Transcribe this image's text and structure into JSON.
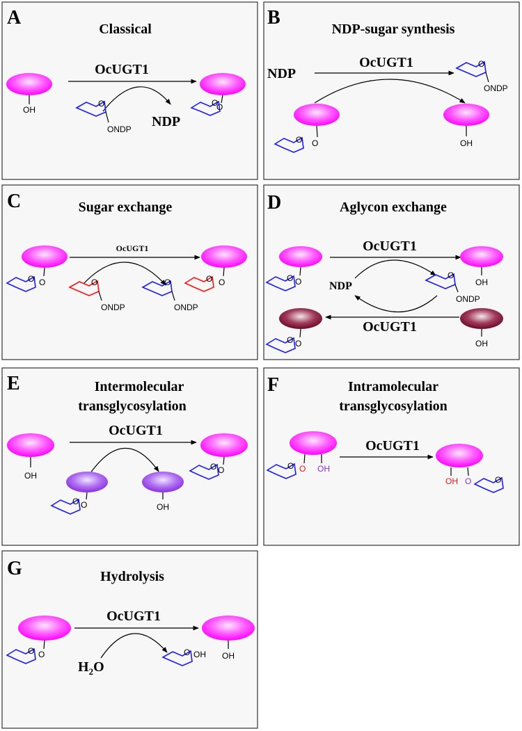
{
  "panels": {
    "A": {
      "letter": "A",
      "title": "Classical",
      "enzyme": "OcUGT1",
      "oh": "OH",
      "ndp": "NDP",
      "ndp_sugar": "O",
      "ondp": "ONDP",
      "glyco_o": "O",
      "link_o": "O"
    },
    "B": {
      "letter": "B",
      "title": "NDP-sugar synthesis",
      "enzyme": "OcUGT1",
      "ndp": "NDP",
      "ring_o": "O",
      "ondp": "ONDP",
      "link_o": "O",
      "oh": "OH",
      "ring_o2": "O"
    },
    "C": {
      "letter": "C",
      "title": "Sugar exchange",
      "enzyme": "OcUGT1",
      "ring_o": "O",
      "link_o": "O",
      "red_o": "O",
      "ondp": "ONDP",
      "blue_o": "O",
      "ondp2": "ONDP",
      "red_o2": "O",
      "link_o2": "O"
    },
    "D": {
      "letter": "D",
      "title": "Aglycon exchange",
      "enzyme_top": "OcUGT1",
      "enzyme_bottom": "OcUGT1",
      "ndp": "NDP",
      "ondp": "ONDP",
      "oh": "OH",
      "oh2": "OH",
      "ring_o": "O",
      "link_o": "O",
      "ring_o2": "O",
      "ring_o3": "O",
      "link_o3": "O"
    },
    "E": {
      "letter": "E",
      "title_line1": "Intermolecular",
      "title_line2": "transglycosylation",
      "enzyme": "OcUGT1",
      "oh": "OH",
      "oh2": "OH",
      "ring_o": "O",
      "link_o": "O",
      "ring_o2": "O",
      "link_o2": "O"
    },
    "F": {
      "letter": "F",
      "title_line1": "Intramolecular",
      "title_line2": "transglycosylation",
      "enzyme": "OcUGT1",
      "ring_o": "O",
      "link_o": "O",
      "oh": "OH",
      "oh2": "OH",
      "link_o2": "O",
      "ring_o2": "O"
    },
    "G": {
      "letter": "G",
      "title": "Hydrolysis",
      "enzyme": "OcUGT1",
      "h2o_h": "H",
      "h2o_2": "2",
      "h2o_o": "O",
      "ring_o": "O",
      "link_o": "O",
      "ring_o2": "O",
      "oh_sugar": "OH",
      "oh": "OH"
    }
  },
  "colors": {
    "magenta": "#ff00ff",
    "maroon": "#7a1030",
    "violet": "#9a40e0",
    "sugar_blue": "#1a1aff",
    "sugar_red": "#ff1010",
    "panel_bg": "#f7f7f7"
  }
}
